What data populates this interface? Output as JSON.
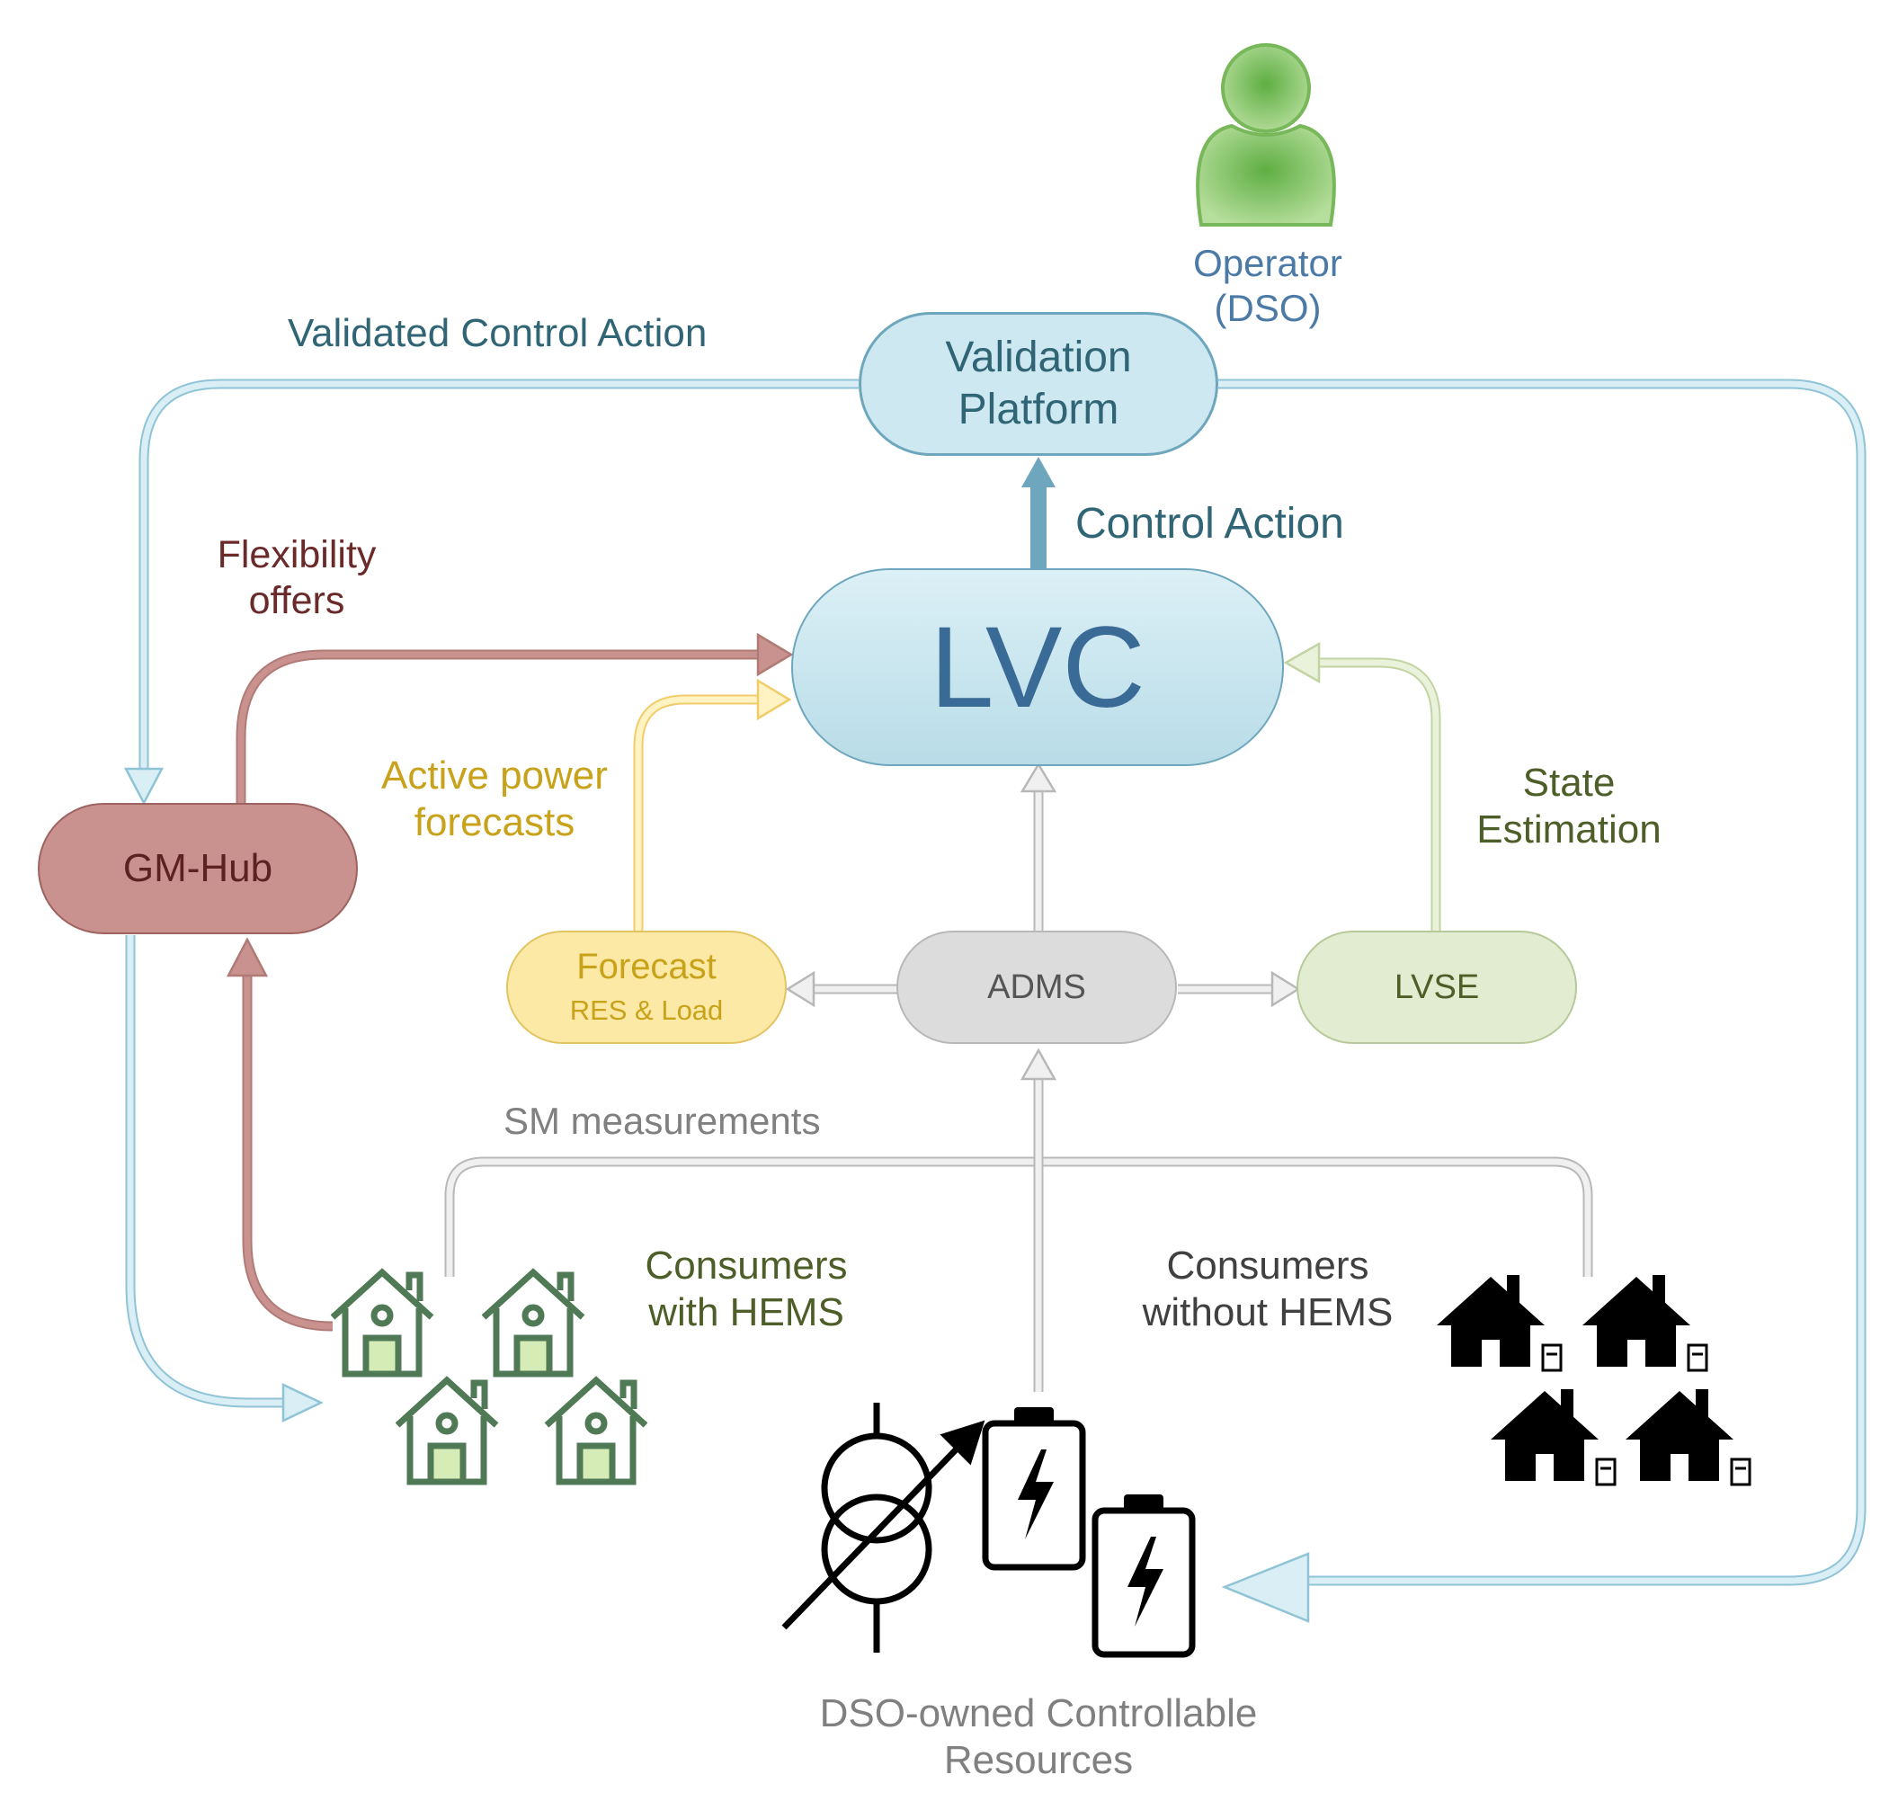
{
  "colors": {
    "validation_fill": "#cde8f0",
    "validation_stroke": "#6ea7bd",
    "lvc_fill": "#c5e3ed",
    "lvc_text": "#3a6a96",
    "gmhub_fill": "#c9928f",
    "gmhub_text": "#5c2222",
    "forecast_fill": "#fde9a6",
    "forecast_text": "#c8a21a",
    "adms_fill": "#dcdcdc",
    "adms_text": "#555555",
    "lvse_fill": "#e2ecd0",
    "lvse_text": "#4e5e28",
    "control_text": "#2f6574",
    "flex_text": "#6a2a2a",
    "gray_text": "#808080",
    "operator_text": "#4a7aa5",
    "operator_icon": "#8cc26a"
  },
  "operator": {
    "icon": "user-icon",
    "line1": "Operator",
    "line2": "(DSO)"
  },
  "nodes": {
    "validation": {
      "line1": "Validation",
      "line2": "Platform"
    },
    "lvc": {
      "label": "LVC"
    },
    "gm_hub": {
      "label": "GM-Hub"
    },
    "forecast": {
      "line1": "Forecast",
      "line2": "RES & Load"
    },
    "adms": {
      "label": "ADMS"
    },
    "lvse": {
      "label": "LVSE"
    }
  },
  "labels": {
    "validated_control_action": "Validated Control Action",
    "control_action": "Control Action",
    "flexibility_1": "Flexibility",
    "flexibility_2": "offers",
    "active_power_1": "Active power",
    "active_power_2": "forecasts",
    "state_1": "State",
    "state_2": "Estimation",
    "sm_measurements": "SM measurements",
    "consumers_hems_1": "Consumers",
    "consumers_hems_2": "with HEMS",
    "consumers_nohems_1": "Consumers",
    "consumers_nohems_2": "without HEMS",
    "dso_resources_1": "DSO-owned Controllable",
    "dso_resources_2": "Resources"
  },
  "icons": {
    "hems_houses": "house-outline-icon",
    "smart_meter_houses": "house-with-smart-meter-icon",
    "transformer": "tap-changer-transformer-icon",
    "battery": "battery-icon"
  }
}
